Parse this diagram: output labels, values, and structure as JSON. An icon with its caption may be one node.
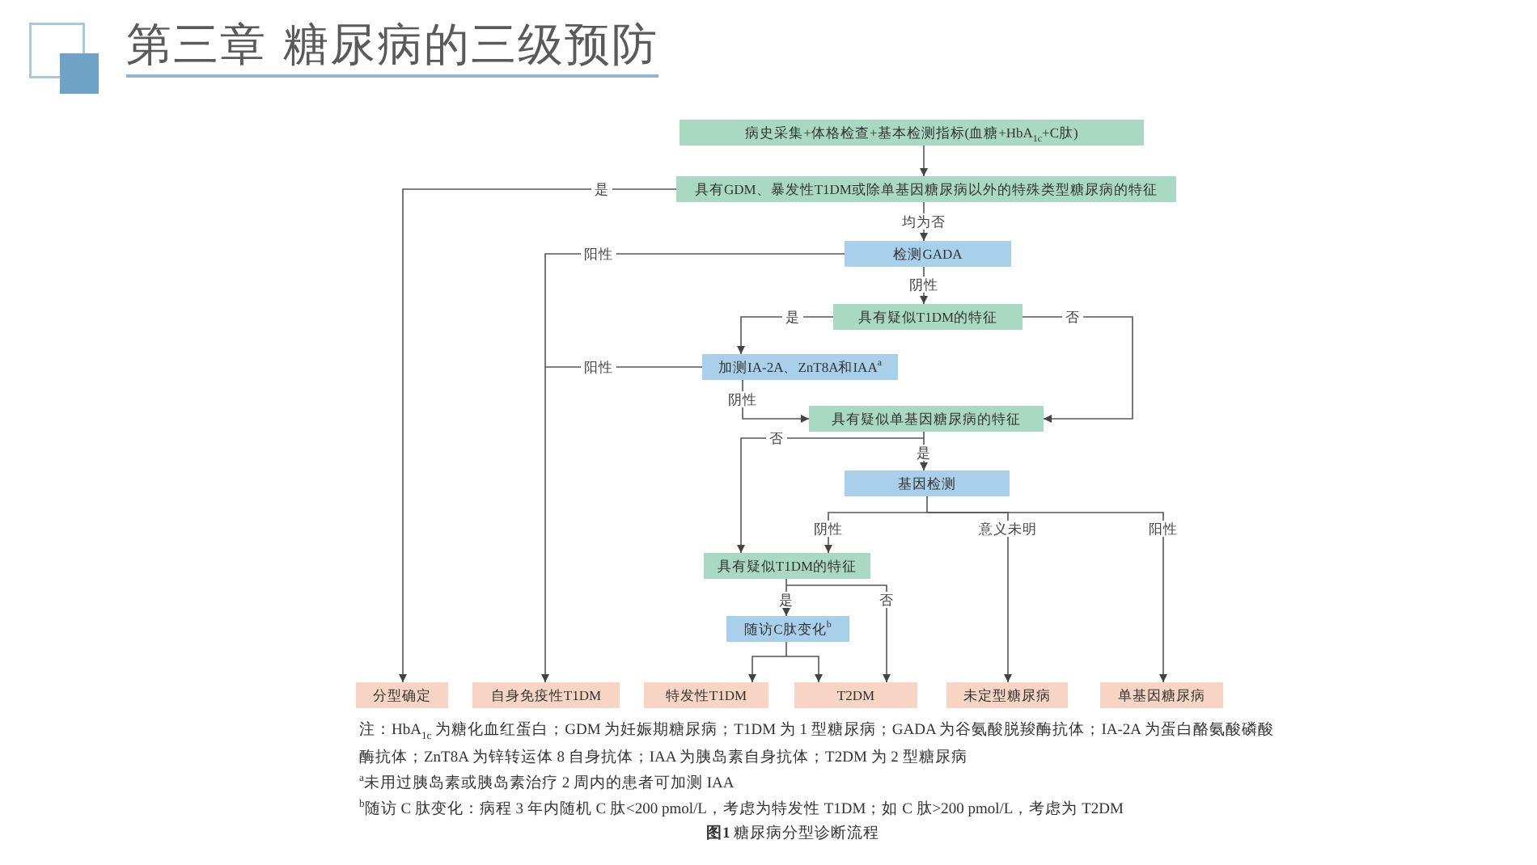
{
  "diagram": {
    "title": "第三章 糖尿病的三级预防",
    "caption": "**图1** 糖尿病分型诊断流程",
    "nodes": [
      {
        "text": [
          "病史采集+体格检查+基本检测指标(血糖+HbA$_{1c}$+C肽)"
        ]
      },
      {
        "text": [
          "具有GDM、暴发性T1DM或除单基因糖尿病以外的特殊类型糖尿病的特征"
        ]
      },
      {
        "text": [
          "检测GADA"
        ]
      },
      {
        "text": [
          "具有疑似T1DM的特征"
        ]
      },
      {
        "text": [
          "加测IA-2A、ZnT8A和IAA$^{a}$"
        ]
      },
      {
        "text": [
          "具有疑似单基因糖尿病的特征"
        ]
      },
      {
        "text": [
          "基因检测"
        ]
      },
      {
        "text": [
          "具有疑似T1DM的特征"
        ]
      },
      {
        "text": [
          "随访C肽变化$^{b}$"
        ]
      },
      {
        "text": [
          "分型确定"
        ]
      },
      {
        "text": [
          "自身免疫性T1DM"
        ]
      },
      {
        "text": [
          "特发性T1DM"
        ]
      },
      {
        "text": [
          "T2DM"
        ]
      },
      {
        "text": [
          "未定型糖尿病"
        ]
      },
      {
        "text": [
          "单基因糖尿病"
        ]
      }
    ],
    "edges": [
      {
        "from": 0,
        "to": 1,
        "arrow": "to"
      },
      {
        "from": 1,
        "to": 9,
        "arrow": "to",
        "label": "是"
      },
      {
        "from": 1,
        "to": 2,
        "arrow": "to",
        "label": "均为否"
      },
      {
        "from": 2,
        "to": 10,
        "arrow": "to",
        "label": "阳性"
      },
      {
        "from": 2,
        "to": 3,
        "arrow": "to",
        "label": "阴性"
      },
      {
        "from": 3,
        "to": 4,
        "arrow": "to",
        "label": "是"
      },
      {
        "from": 3,
        "to": 5,
        "arrow": "to",
        "label": "否"
      },
      {
        "from": 4,
        "to": 10,
        "arrow": "to",
        "label": "阳性"
      },
      {
        "from": 4,
        "to": 5,
        "arrow": "to",
        "label": "阴性"
      },
      {
        "from": 5,
        "to": 6,
        "arrow": "to",
        "label": "是"
      },
      {
        "from": 5,
        "to": 7,
        "arrow": "to",
        "label": "否"
      },
      {
        "from": 6,
        "to": 7,
        "arrow": "to",
        "label": "阴性"
      },
      {
        "from": 6,
        "to": 13,
        "arrow": "to",
        "label": "意义未明"
      },
      {
        "from": 6,
        "to": 14,
        "arrow": "to",
        "label": "阳性"
      },
      {
        "from": 7,
        "to": 8,
        "arrow": "to",
        "label": "是"
      },
      {
        "from": 7,
        "to": 12,
        "arrow": "to",
        "label": "否"
      },
      {
        "from": 8,
        "to": 11,
        "arrow": "to"
      },
      {
        "from": 8,
        "to": 12,
        "arrow": "to"
      }
    ],
    "labels": [
      "注：HbA$_{1c}$ 为糖化血红蛋白；GDM 为妊娠期糖尿病；T1DM 为 1 型糖尿病；GADA 为谷氨酸脱羧酶抗体；IA-2A 为蛋白酪氨酸磷酸酶抗体；ZnT8A 为锌转运体 8 自身抗体；IAA 为胰岛素自身抗体；T2DM 为 2 型糖尿病",
      "$^{a}$未用过胰岛素或胰岛素治疗 2 周内的患者可加测 IAA",
      "$^{b}$随访 C 肽变化：病程 3 年内随机 C 肽<200 pmol/L，考虑为特发性 T1DM；如 C 肽>200 pmol/L，考虑为 T2DM"
    ]
  }
}
